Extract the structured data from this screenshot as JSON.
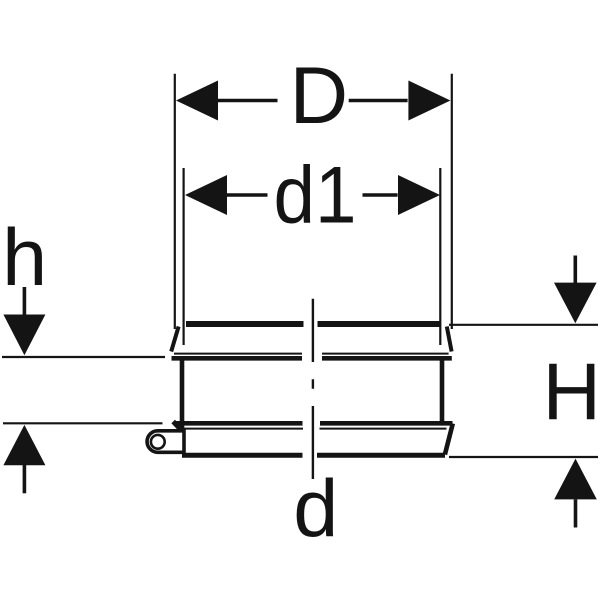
{
  "figure": {
    "type": "technical-drawing",
    "subject": "pipe fitting sleeve cross-section with dimension arrows",
    "background_color": "#ffffff",
    "ink_color": "#141414"
  },
  "labels": {
    "outer_diameter": {
      "text": "D"
    },
    "inner_diameter": {
      "text": "d1"
    },
    "upper_height": {
      "text": "h"
    },
    "total_height": {
      "text": "H"
    },
    "lower_diameter": {
      "text": "d"
    }
  }
}
